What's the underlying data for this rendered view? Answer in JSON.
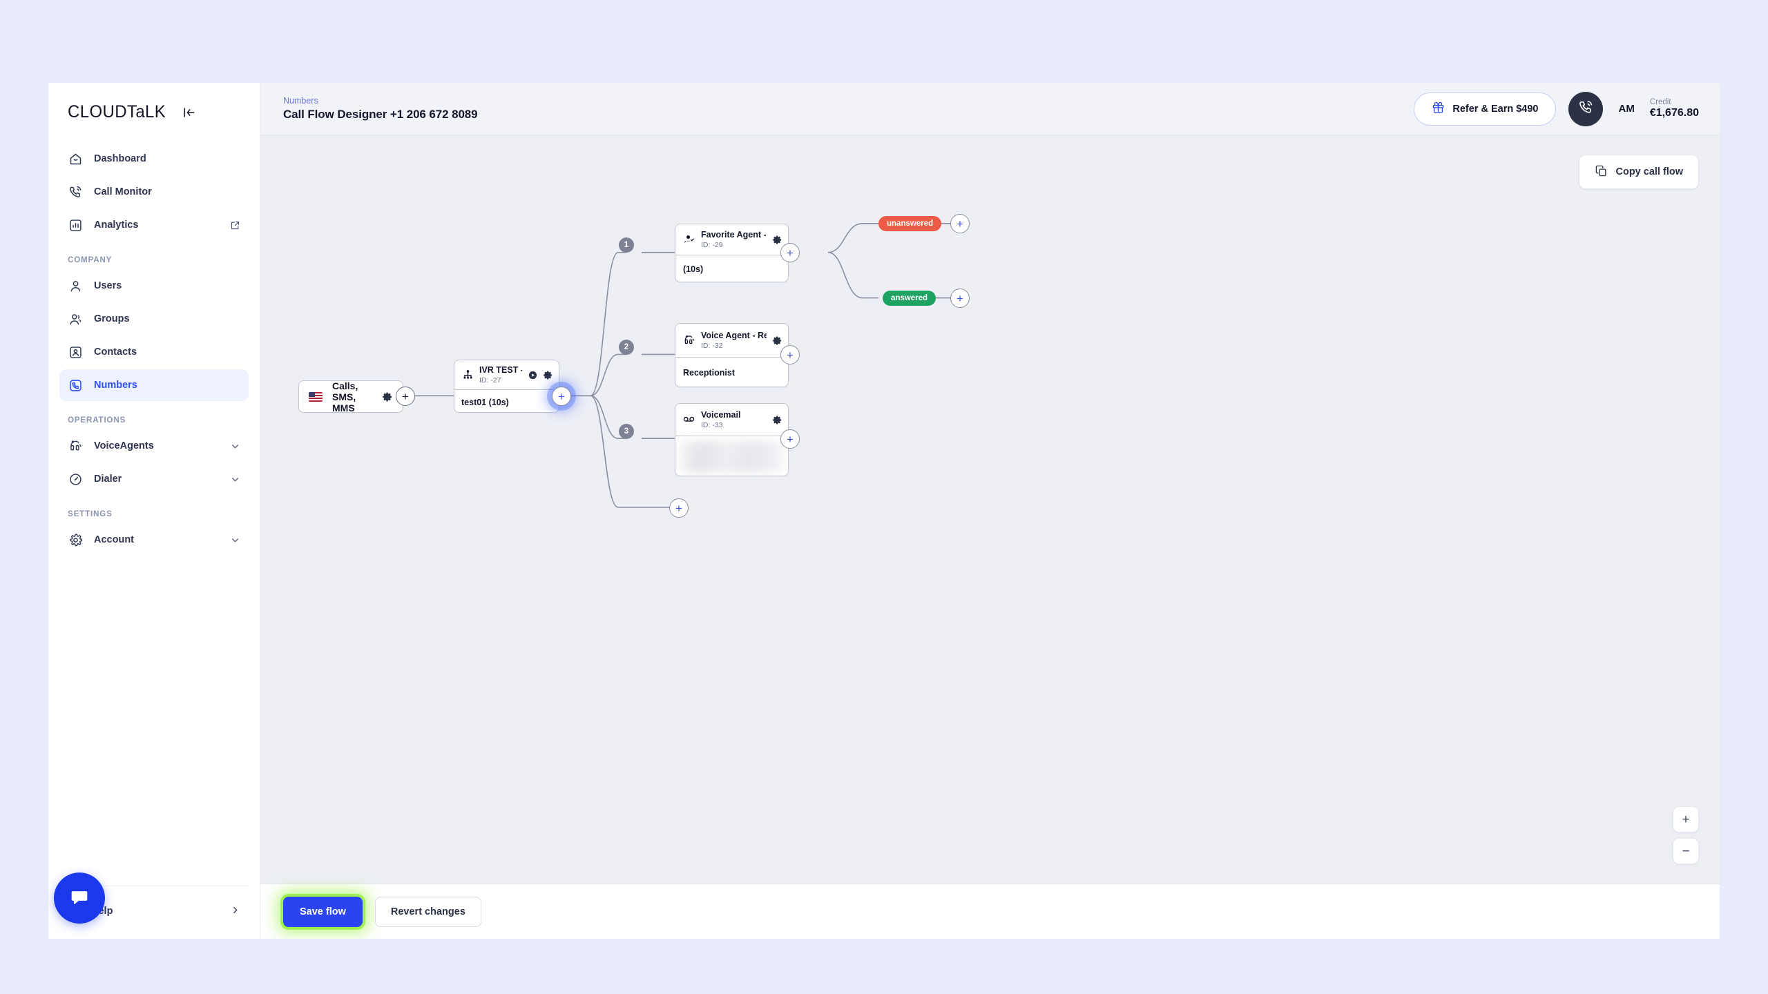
{
  "brand": {
    "logo_text": "CLOUDTaLK",
    "collapse_icon": "collapse-sidebar-icon"
  },
  "sidebar": {
    "primary": [
      {
        "label": "Dashboard",
        "icon": "home-icon"
      },
      {
        "label": "Call Monitor",
        "icon": "phone-waves-icon"
      },
      {
        "label": "Analytics",
        "icon": "bar-chart-icon",
        "trailing": "external-link-icon"
      }
    ],
    "groups": [
      {
        "title": "COMPANY",
        "items": [
          {
            "label": "Users",
            "icon": "user-icon"
          },
          {
            "label": "Groups",
            "icon": "users-icon"
          },
          {
            "label": "Contacts",
            "icon": "contact-card-icon"
          },
          {
            "label": "Numbers",
            "icon": "phone-square-icon",
            "active": true
          }
        ]
      },
      {
        "title": "OPERATIONS",
        "items": [
          {
            "label": "VoiceAgents",
            "icon": "ai-headset-icon",
            "trailing": "chevron-down-icon"
          },
          {
            "label": "Dialer",
            "icon": "gauge-icon",
            "trailing": "chevron-down-icon"
          }
        ]
      },
      {
        "title": "SETTINGS",
        "items": [
          {
            "label": "Account",
            "icon": "gear-icon",
            "trailing": "chevron-down-icon"
          }
        ]
      }
    ],
    "help": {
      "label": "Help",
      "trailing": "chevron-right-icon",
      "chat_icon": "chat-bubble-icon"
    }
  },
  "topbar": {
    "breadcrumb": "Numbers",
    "title": "Call Flow Designer +1 206 672 8089",
    "refer_label": "Refer & Earn $490",
    "refer_icon": "gift-icon",
    "phone_icon": "phone-waves-icon",
    "account_initials": "AM",
    "credit_label": "Credit",
    "credit_value": "€1,676.80"
  },
  "canvas": {
    "copy_button": {
      "label": "Copy call flow",
      "icon": "copy-icon"
    },
    "zoom_in": "+",
    "zoom_out": "−",
    "branch_numbers": [
      "1",
      "2",
      "3"
    ],
    "badges": [
      {
        "label": "unanswered",
        "color": "#ec5b45"
      },
      {
        "label": "answered",
        "color": "#1fa363"
      }
    ],
    "nodes": [
      {
        "key": "source",
        "title": "Calls, SMS, MMS",
        "icon": "us-flag-icon",
        "actions": [
          "gear-icon"
        ]
      },
      {
        "key": "ivr",
        "title": "IVR TEST - FAQs",
        "id": "ID: -27",
        "icon": "ivr-tree-icon",
        "body": "test01 (10s)",
        "actions": [
          "play-icon",
          "gear-icon"
        ]
      },
      {
        "key": "favorite_agent",
        "title": "Favorite Agent - Joh",
        "id": "ID: -29",
        "icon": "agent-check-icon",
        "body": "(10s)",
        "actions": [
          "gear-icon"
        ]
      },
      {
        "key": "voice_agent",
        "title": "Voice Agent - Recept",
        "id": "ID: -32",
        "icon": "ai-headset-icon",
        "body": "Receptionist",
        "actions": [
          "gear-icon"
        ]
      },
      {
        "key": "voicemail",
        "title": "Voicemail",
        "id": "ID: -33",
        "icon": "voicemail-icon",
        "body": "",
        "actions": [
          "gear-icon"
        ]
      }
    ]
  },
  "footer": {
    "save_label": "Save flow",
    "revert_label": "Revert changes"
  },
  "colors": {
    "accent": "#2b44f0",
    "canvas_bg": "#edeff5",
    "page_bg": "#e8ebfb",
    "unanswered": "#ec5b45",
    "answered": "#1fa363",
    "highlight_glow": "#96f03c"
  }
}
